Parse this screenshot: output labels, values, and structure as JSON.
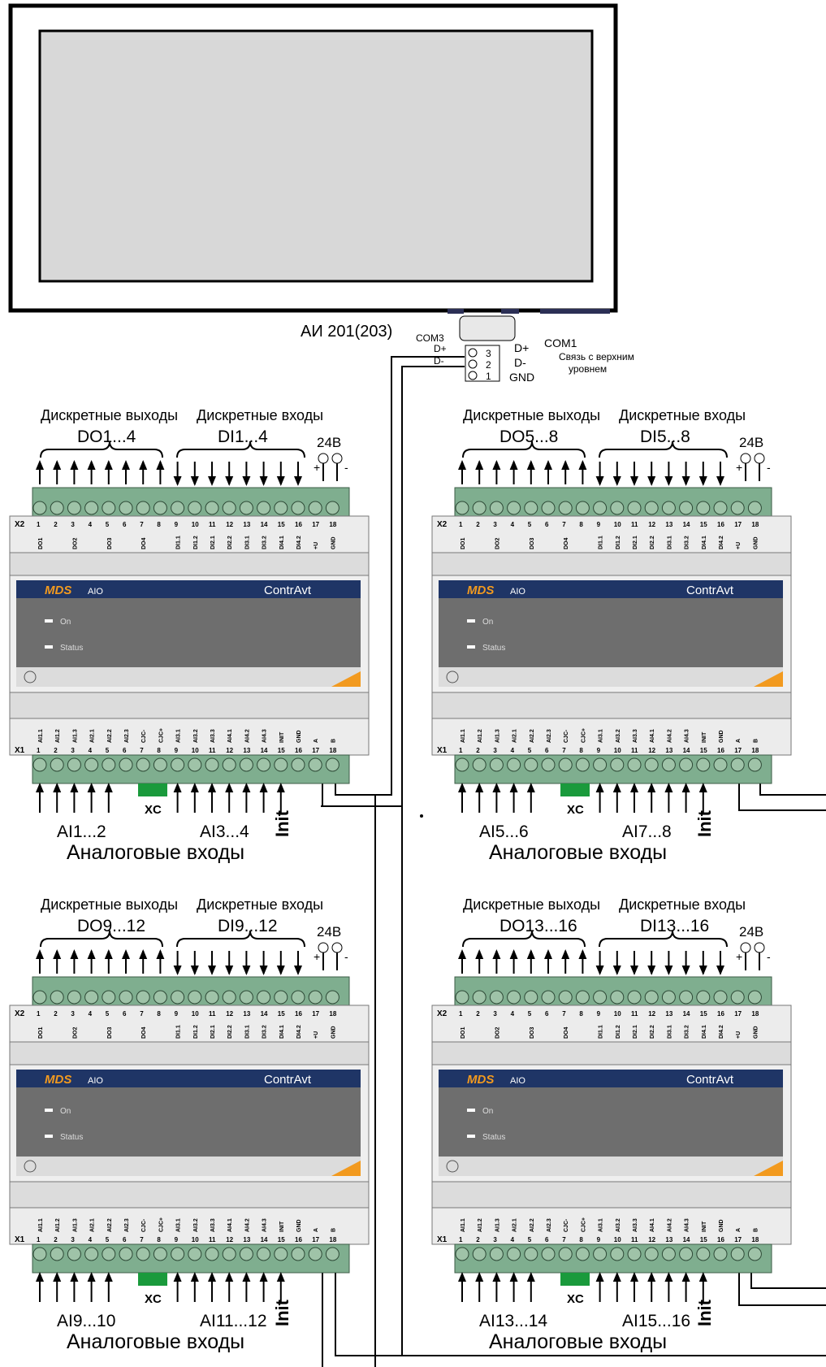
{
  "panel": {
    "model": "АИ 201(203)",
    "com3": "COM3",
    "com1": "COM1",
    "left_pins": [
      "D+",
      "D-"
    ],
    "right_pins": [
      "D+",
      "D-",
      "GND"
    ],
    "connector_pins": [
      "3",
      "2",
      "1"
    ],
    "uplink_line1": "Связь с верхним",
    "uplink_line2": "уровнем"
  },
  "modules": [
    {
      "do_title": "Дискретные выходы",
      "di_title": "Дискретные входы",
      "do_range": "DO1...4",
      "di_range": "DI1...4",
      "power": "24В",
      "ai_a": "AI1...2",
      "ai_b": "AI3...4",
      "init": "Init",
      "ai_title": "Аналоговые входы"
    },
    {
      "do_title": "Дискретные выходы",
      "di_title": "Дискретные входы",
      "do_range": "DO5...8",
      "di_range": "DI5...8",
      "power": "24В",
      "ai_a": "AI5...6",
      "ai_b": "AI7...8",
      "init": "Init",
      "ai_title": "Аналоговые входы"
    },
    {
      "do_title": "Дискретные выходы",
      "di_title": "Дискретные входы",
      "do_range": "DO9...12",
      "di_range": "DI9...12",
      "power": "24В",
      "ai_a": "AI9...10",
      "ai_b": "AI11...12",
      "init": "Init",
      "ai_title": "Аналоговые входы"
    },
    {
      "do_title": "Дискретные выходы",
      "di_title": "Дискретные входы",
      "do_range": "DO13...16",
      "di_range": "DI13...16",
      "power": "24В",
      "ai_a": "AI13...14",
      "ai_b": "AI15...16",
      "init": "Init",
      "ai_title": "Аналоговые входы"
    }
  ],
  "device": {
    "brand": "MDS",
    "model": "AIO",
    "maker": "ContrAvt",
    "led_on": "On",
    "led_status": "Status",
    "top_connector": "X2",
    "bottom_connector": "X1",
    "xc_label": "XC",
    "plus": "+",
    "minus": "-",
    "top_signals": [
      "DO1",
      "",
      "DO2",
      "",
      "DO3",
      "",
      "DO4",
      "",
      "DI1.1",
      "DI1.2",
      "DI2.1",
      "DI2.2",
      "DI3.1",
      "DI3.2",
      "DI4.1",
      "DI4.2",
      "+U",
      "GND"
    ],
    "bottom_signals": [
      "AI1.1",
      "AI1.2",
      "AI1.3",
      "AI2.1",
      "AI2.2",
      "AI2.3",
      "CJC-",
      "CJC+",
      "AI3.1",
      "AI3.2",
      "AI3.3",
      "AI4.1",
      "AI4.2",
      "AI4.3",
      "INIT",
      "GND",
      "A",
      "B"
    ],
    "terminal_numbers": [
      "1",
      "2",
      "3",
      "4",
      "5",
      "6",
      "7",
      "8",
      "9",
      "10",
      "11",
      "12",
      "13",
      "14",
      "15",
      "16",
      "17",
      "18"
    ]
  },
  "colors": {
    "terminal_green": "#7fae8f",
    "xc_green": "#1a9a3c",
    "header_navy": "#1f3566",
    "mds_orange": "#f29a1f",
    "screen_gray": "#d8d8d8",
    "display_gray": "#6e6e6e"
  }
}
